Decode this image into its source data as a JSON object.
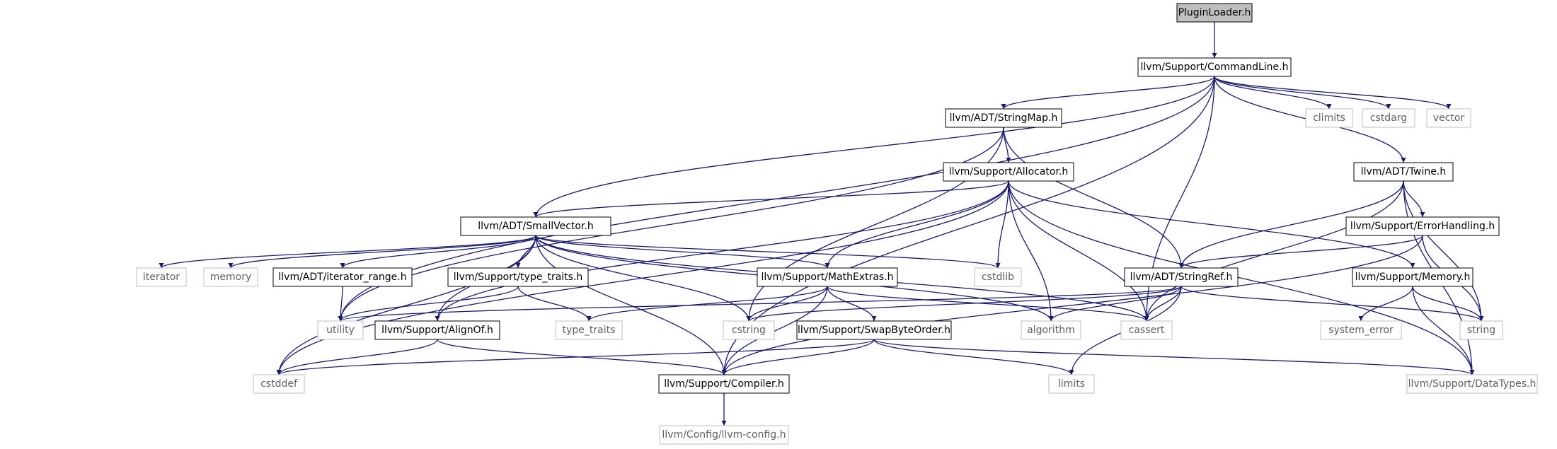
{
  "diagram": {
    "title": "",
    "edge_color": "#191970",
    "root_fill": "#bfbfbf",
    "nodes": [
      {
        "id": "plugin",
        "label": "PluginLoader.h",
        "kind": "root"
      },
      {
        "id": "cmdline",
        "label": "llvm/Support/CommandLine.h",
        "kind": "internal"
      },
      {
        "id": "stringmap",
        "label": "llvm/ADT/StringMap.h",
        "kind": "internal"
      },
      {
        "id": "climits",
        "label": "climits",
        "kind": "external"
      },
      {
        "id": "cstdarg",
        "label": "cstdarg",
        "kind": "external"
      },
      {
        "id": "vector",
        "label": "vector",
        "kind": "external"
      },
      {
        "id": "twine",
        "label": "llvm/ADT/Twine.h",
        "kind": "internal"
      },
      {
        "id": "allocator",
        "label": "llvm/Support/Allocator.h",
        "kind": "internal"
      },
      {
        "id": "errorhandling",
        "label": "llvm/Support/ErrorHandling.h",
        "kind": "internal"
      },
      {
        "id": "smallvector",
        "label": "llvm/ADT/SmallVector.h",
        "kind": "internal"
      },
      {
        "id": "iterator",
        "label": "iterator",
        "kind": "external"
      },
      {
        "id": "memory",
        "label": "memory",
        "kind": "external"
      },
      {
        "id": "iterrange",
        "label": "llvm/ADT/iterator_range.h",
        "kind": "internal"
      },
      {
        "id": "typetraitsh",
        "label": "llvm/Support/type_traits.h",
        "kind": "internal"
      },
      {
        "id": "mathextras",
        "label": "llvm/Support/MathExtras.h",
        "kind": "internal"
      },
      {
        "id": "cstdlib",
        "label": "cstdlib",
        "kind": "external"
      },
      {
        "id": "stringref",
        "label": "llvm/ADT/StringRef.h",
        "kind": "internal"
      },
      {
        "id": "memoryh",
        "label": "llvm/Support/Memory.h",
        "kind": "internal"
      },
      {
        "id": "utility",
        "label": "utility",
        "kind": "external"
      },
      {
        "id": "alignof",
        "label": "llvm/Support/AlignOf.h",
        "kind": "internal"
      },
      {
        "id": "type_traits",
        "label": "type_traits",
        "kind": "external"
      },
      {
        "id": "cstring",
        "label": "cstring",
        "kind": "external"
      },
      {
        "id": "swapbyte",
        "label": "llvm/Support/SwapByteOrder.h",
        "kind": "internal"
      },
      {
        "id": "algorithm",
        "label": "algorithm",
        "kind": "external"
      },
      {
        "id": "cassert",
        "label": "cassert",
        "kind": "external"
      },
      {
        "id": "system_error",
        "label": "system_error",
        "kind": "external"
      },
      {
        "id": "string",
        "label": "string",
        "kind": "external"
      },
      {
        "id": "cstddef",
        "label": "cstddef",
        "kind": "external"
      },
      {
        "id": "compiler",
        "label": "llvm/Support/Compiler.h",
        "kind": "internal"
      },
      {
        "id": "limits",
        "label": "limits",
        "kind": "external"
      },
      {
        "id": "datatypes",
        "label": "llvm/Support/DataTypes.h",
        "kind": "external"
      },
      {
        "id": "llvmconfig",
        "label": "llvm/Config/llvm-config.h",
        "kind": "external"
      }
    ],
    "edges": [
      [
        "plugin",
        "cmdline"
      ],
      [
        "cmdline",
        "stringmap"
      ],
      [
        "cmdline",
        "climits"
      ],
      [
        "cmdline",
        "cstdarg"
      ],
      [
        "cmdline",
        "vector"
      ],
      [
        "cmdline",
        "twine"
      ],
      [
        "cmdline",
        "smallvector"
      ],
      [
        "cmdline",
        "utility"
      ],
      [
        "cmdline",
        "compiler"
      ],
      [
        "cmdline",
        "cassert"
      ],
      [
        "stringmap",
        "allocator"
      ],
      [
        "stringmap",
        "stringref"
      ],
      [
        "stringmap",
        "cstring"
      ],
      [
        "stringmap",
        "utility"
      ],
      [
        "allocator",
        "smallvector"
      ],
      [
        "allocator",
        "mathextras"
      ],
      [
        "allocator",
        "alignof"
      ],
      [
        "allocator",
        "cstdlib"
      ],
      [
        "allocator",
        "algorithm"
      ],
      [
        "allocator",
        "cassert"
      ],
      [
        "allocator",
        "memoryh"
      ],
      [
        "allocator",
        "cstddef"
      ],
      [
        "allocator",
        "datatypes"
      ],
      [
        "twine",
        "errorhandling"
      ],
      [
        "twine",
        "stringref"
      ],
      [
        "twine",
        "string"
      ],
      [
        "twine",
        "datatypes"
      ],
      [
        "twine",
        "cassert"
      ],
      [
        "errorhandling",
        "stringref"
      ],
      [
        "errorhandling",
        "compiler"
      ],
      [
        "errorhandling",
        "string"
      ],
      [
        "smallvector",
        "iterator"
      ],
      [
        "smallvector",
        "memory"
      ],
      [
        "smallvector",
        "iterrange"
      ],
      [
        "smallvector",
        "typetraitsh"
      ],
      [
        "smallvector",
        "mathextras"
      ],
      [
        "smallvector",
        "alignof"
      ],
      [
        "smallvector",
        "compiler"
      ],
      [
        "smallvector",
        "cstring"
      ],
      [
        "smallvector",
        "cstddef"
      ],
      [
        "smallvector",
        "cstdlib"
      ],
      [
        "smallvector",
        "algorithm"
      ],
      [
        "smallvector",
        "cassert"
      ],
      [
        "iterrange",
        "utility"
      ],
      [
        "typetraitsh",
        "utility"
      ],
      [
        "typetraitsh",
        "type_traits"
      ],
      [
        "mathextras",
        "swapbyte"
      ],
      [
        "mathextras",
        "compiler"
      ],
      [
        "mathextras",
        "cstring"
      ],
      [
        "mathextras",
        "type_traits"
      ],
      [
        "mathextras",
        "cassert"
      ],
      [
        "stringref",
        "utility"
      ],
      [
        "stringref",
        "cstring"
      ],
      [
        "stringref",
        "algorithm"
      ],
      [
        "stringref",
        "cassert"
      ],
      [
        "stringref",
        "limits"
      ],
      [
        "stringref",
        "string"
      ],
      [
        "memoryh",
        "system_error"
      ],
      [
        "memoryh",
        "string"
      ],
      [
        "memoryh",
        "datatypes"
      ],
      [
        "alignof",
        "compiler"
      ],
      [
        "alignof",
        "cstddef"
      ],
      [
        "swapbyte",
        "compiler"
      ],
      [
        "swapbyte",
        "cstddef"
      ],
      [
        "swapbyte",
        "limits"
      ],
      [
        "swapbyte",
        "datatypes"
      ],
      [
        "compiler",
        "llvmconfig"
      ]
    ]
  }
}
